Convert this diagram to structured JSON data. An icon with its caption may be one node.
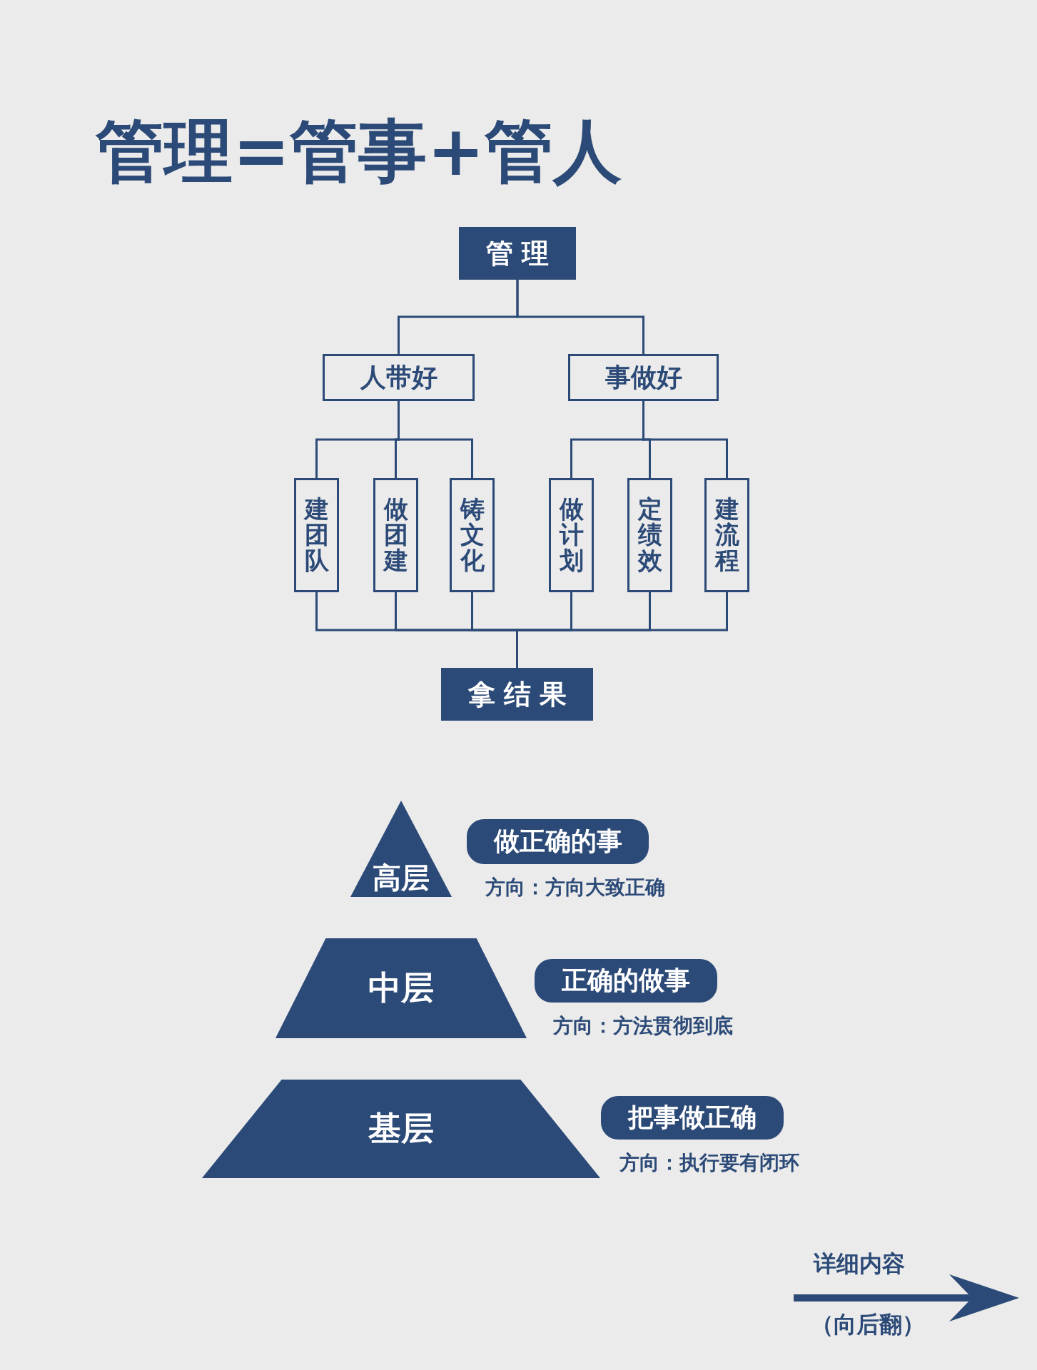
{
  "diagram": {
    "title": "管理=管事+管人",
    "nodes": [
      {
        "text": [
          "管理"
        ]
      },
      {
        "text": [
          "人带好"
        ]
      },
      {
        "text": [
          "事做好"
        ]
      },
      {
        "text": [
          "建团队"
        ]
      },
      {
        "text": [
          "做团建"
        ]
      },
      {
        "text": [
          "铸文化"
        ]
      },
      {
        "text": [
          "做计划"
        ]
      },
      {
        "text": [
          "定绩效"
        ]
      },
      {
        "text": [
          "建流程"
        ]
      },
      {
        "text": [
          "拿结果"
        ]
      },
      {
        "text": [
          "高层"
        ]
      },
      {
        "text": [
          "做正确的事"
        ],
        "beside": [
          "方向：方向大致正确"
        ]
      },
      {
        "text": [
          "中层"
        ]
      },
      {
        "text": [
          "正确的做事"
        ],
        "beside": [
          "方向：方法贯彻到底"
        ]
      },
      {
        "text": [
          "基层"
        ]
      },
      {
        "text": [
          "把事做正确"
        ],
        "beside": [
          "方向：执行要有闭环"
        ]
      }
    ],
    "edges": [
      {
        "from": 0,
        "to": 1,
        "arrow": "none"
      },
      {
        "from": 0,
        "to": 2,
        "arrow": "none"
      },
      {
        "from": 1,
        "to": 3,
        "arrow": "none"
      },
      {
        "from": 1,
        "to": 4,
        "arrow": "none"
      },
      {
        "from": 1,
        "to": 5,
        "arrow": "none"
      },
      {
        "from": 2,
        "to": 6,
        "arrow": "none"
      },
      {
        "from": 2,
        "to": 7,
        "arrow": "none"
      },
      {
        "from": 2,
        "to": 8,
        "arrow": "none"
      },
      {
        "from": 3,
        "to": 9,
        "arrow": "none"
      },
      {
        "from": 4,
        "to": 9,
        "arrow": "none"
      },
      {
        "from": 5,
        "to": 9,
        "arrow": "none"
      },
      {
        "from": 6,
        "to": 9,
        "arrow": "none"
      },
      {
        "from": 7,
        "to": 9,
        "arrow": "none"
      },
      {
        "from": 8,
        "to": 9,
        "arrow": "none"
      }
    ],
    "labels": [
      "详细内容",
      "（向后翻）"
    ]
  }
}
